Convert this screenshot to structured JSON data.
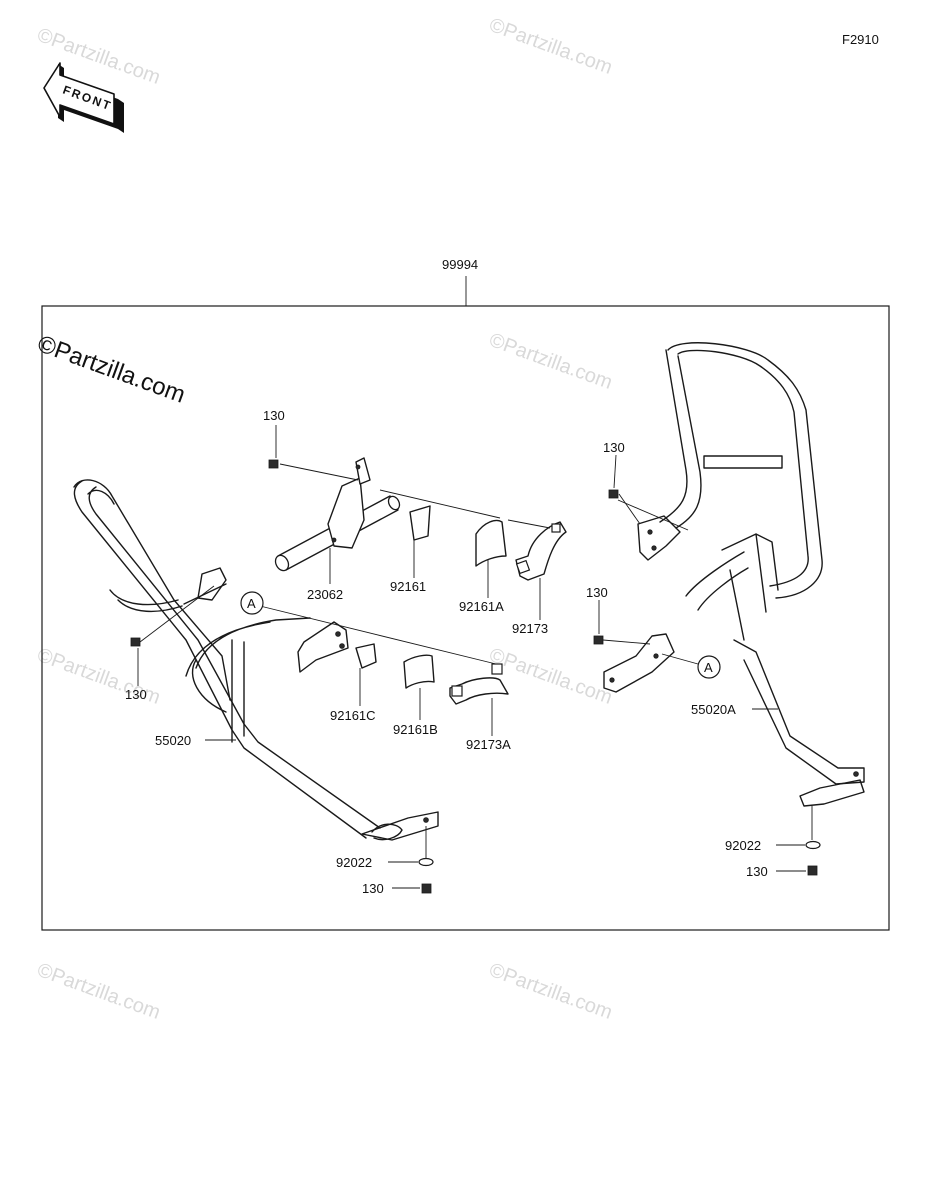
{
  "figure_code": "F2910",
  "front_label": "FRONT",
  "watermark_text": "©Partzilla.com",
  "callout_ref": "A",
  "parts": {
    "kit": "99994",
    "guard_left": "55020",
    "guard_right": "55020A",
    "pipe": "23062",
    "pad_1": "92161",
    "pad_1a": "92161A",
    "pad_1b": "92161B",
    "pad_1c": "92161C",
    "clamp": "92173",
    "clamp_a": "92173A",
    "washer": "92022",
    "bolt": "130"
  }
}
